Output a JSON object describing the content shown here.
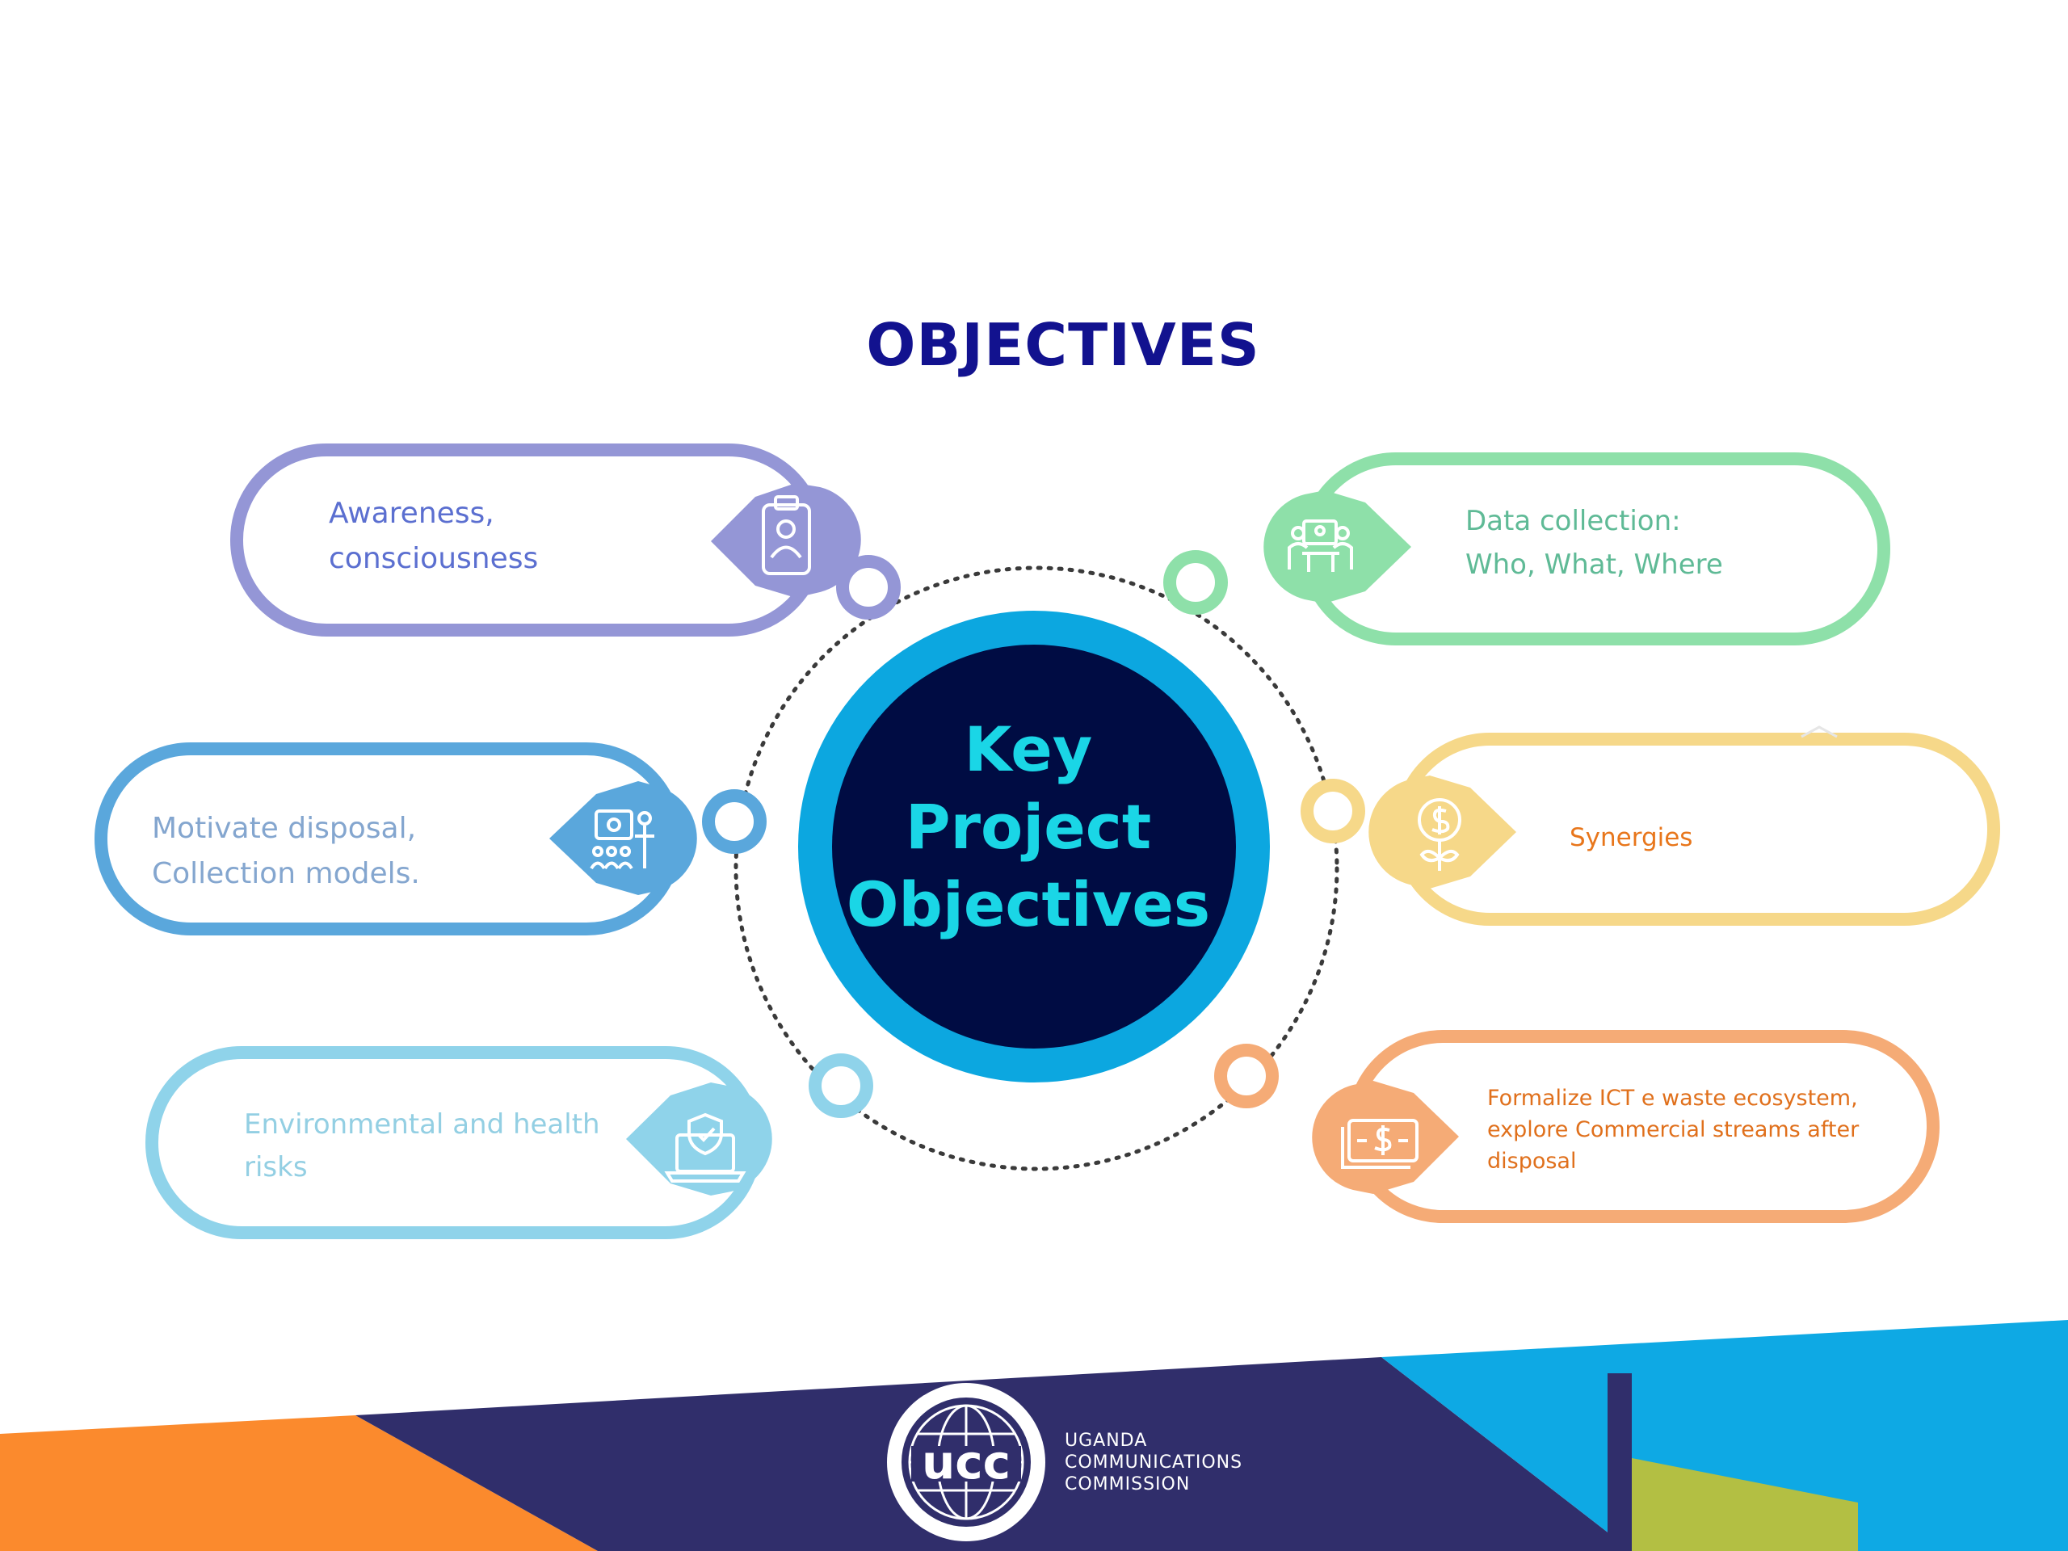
{
  "title": "OBJECTIVES",
  "center": {
    "lines": [
      "Key",
      "Project",
      "Objectives"
    ]
  },
  "objectives": [
    {
      "lines": [
        "Awareness,",
        "consciousness"
      ],
      "color": "#9496d6",
      "text_color": "#5b6fd0",
      "icon": "clipboard-user-icon"
    },
    {
      "lines": [
        "Motivate disposal,",
        "Collection models."
      ],
      "color": "#5aa7dc",
      "text_color": "#84a6cf",
      "icon": "presentation-audience-icon"
    },
    {
      "lines": [
        "Environmental and health",
        "risks"
      ],
      "color": "#8fd3ea",
      "text_color": "#93cfe3",
      "icon": "laptop-shield-icon"
    },
    {
      "lines": [
        "Data collection:",
        "Who, What, Where"
      ],
      "color": "#8ee0a9",
      "text_color": "#5fba96",
      "icon": "meeting-people-icon"
    },
    {
      "lines": [
        "Synergies"
      ],
      "color": "#f6d889",
      "text_color": "#e8761b",
      "icon": "money-plant-icon"
    },
    {
      "lines": [
        "Formalize ICT e waste ecosystem,",
        "explore Commercial streams after",
        "disposal"
      ],
      "color": "#f5ab76",
      "text_color": "#e0701c",
      "icon": "banknote-icon"
    }
  ],
  "footer": {
    "logo_mark": "ucc",
    "logo_lines": [
      "UGANDA",
      "COMMUNICATIONS",
      "COMMISSION"
    ],
    "colors": {
      "orange": "#fb8a2d",
      "navy": "#302e6b",
      "blue": "#0ea9e4",
      "olive": "#b3bf43"
    }
  },
  "colors": {
    "center_outer": "#0ca7e0",
    "center_inner": "#000c43",
    "center_text": "#1ad6e6",
    "title": "#12128f"
  }
}
